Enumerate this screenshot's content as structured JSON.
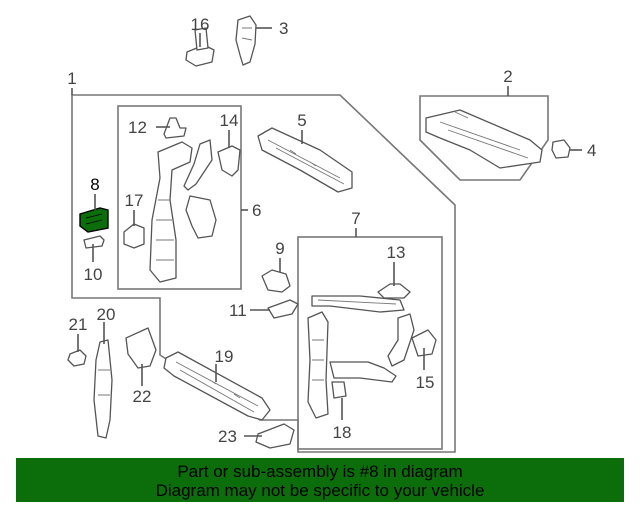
{
  "callouts": {
    "c1": "1",
    "c2": "2",
    "c3": "3",
    "c4": "4",
    "c5": "5",
    "c6": "6",
    "c7": "7",
    "c8": "8",
    "c9": "9",
    "c10": "10",
    "c11": "11",
    "c12": "12",
    "c13": "13",
    "c14": "14",
    "c15": "15",
    "c16": "16",
    "c17": "17",
    "c18": "18",
    "c19": "19",
    "c20": "20",
    "c21": "21",
    "c22": "22",
    "c23": "23"
  },
  "highlight_part": "8",
  "colors": {
    "highlight": "#0b6e0b",
    "line": "#555555",
    "banner_bg": "#0b6e0b"
  },
  "banner": {
    "line1": "Part or sub-assembly is #8 in diagram",
    "line2": "Diagram may not be specific to your vehicle"
  }
}
